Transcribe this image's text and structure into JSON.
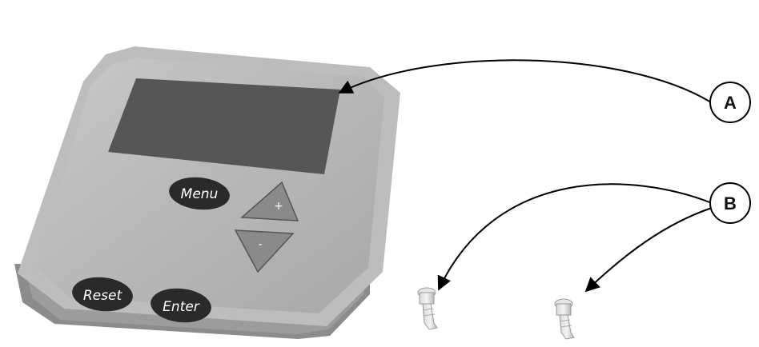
{
  "device": {
    "buttons": {
      "menu": "Menu",
      "reset": "Reset",
      "enter": "Enter",
      "plus": "+",
      "minus": "-"
    }
  },
  "callouts": {
    "a": "A",
    "b": "B"
  },
  "colors": {
    "body_top": "#b3b3b3",
    "body_side": "#8f8f8f",
    "display": "#5a5a5a",
    "button": "#2b2b2b",
    "arrow_button": "#8a8a8a",
    "leader_line": "#000000"
  }
}
